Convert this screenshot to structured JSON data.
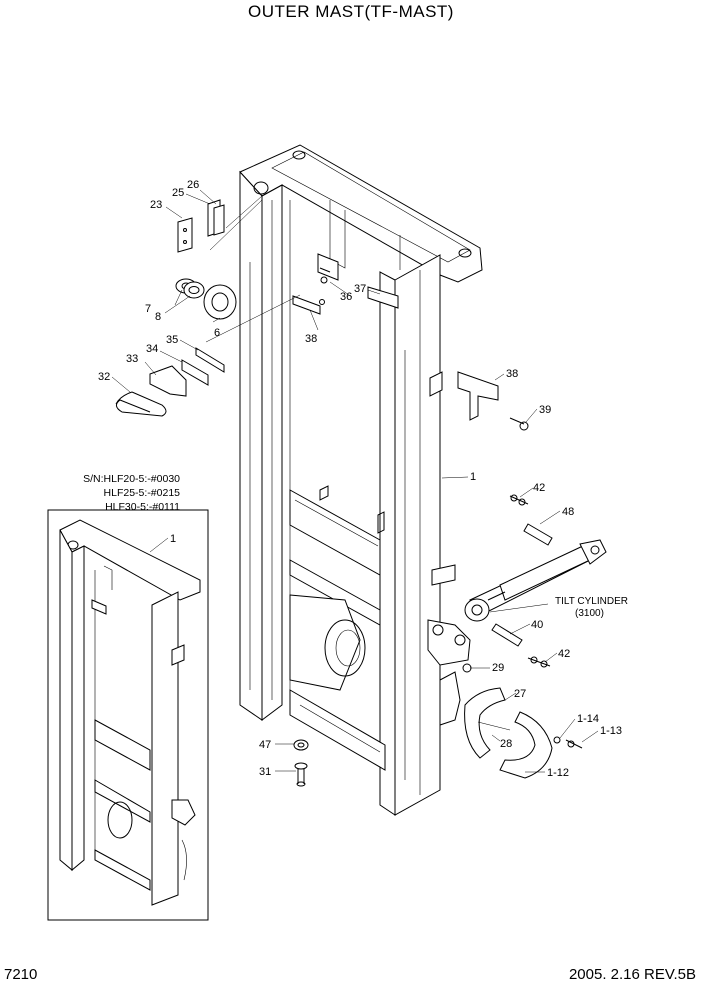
{
  "title": "OUTER MAST(TF-MAST)",
  "footer": {
    "page_code": "7210",
    "revision": "2005. 2.16  REV.5B"
  },
  "serial_note": [
    "S/N:HLF20-5:-#0030",
    "HLF25-5:-#0215",
    "HLF30-5:-#0111"
  ],
  "tilt_cylinder": {
    "label": "TILT CYLINDER",
    "ref": "(3100)"
  },
  "callouts": {
    "c1": "1",
    "c1b": "1",
    "c6": "6",
    "c7": "7",
    "c8": "8",
    "c23": "23",
    "c25": "25",
    "c26": "26",
    "c27": "27",
    "c28": "28",
    "c29": "29",
    "c31": "31",
    "c32": "32",
    "c33": "33",
    "c34": "34",
    "c35": "35",
    "c36": "36",
    "c37": "37",
    "c38a": "38",
    "c38b": "38",
    "c39": "39",
    "c40": "40",
    "c42a": "42",
    "c42b": "42",
    "c47": "47",
    "c48": "48",
    "c1_12": "1-12",
    "c1_13": "1-13",
    "c1_14": "1-14"
  }
}
